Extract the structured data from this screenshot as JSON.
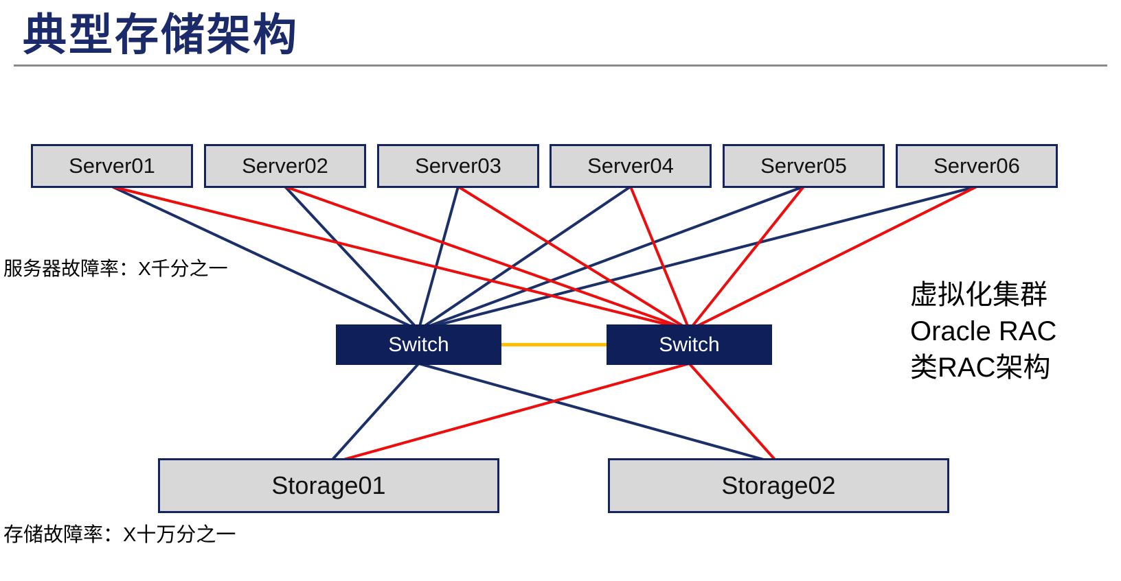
{
  "title": "典型存储架构",
  "labels": {
    "server_failure": "服务器故障率：X千分之一",
    "storage_failure": "存储故障率：X十万分之一"
  },
  "side_note": {
    "lines": [
      "虚拟化集群",
      "Oracle RAC",
      "类RAC架构"
    ]
  },
  "colors": {
    "title": "#1b2a6b",
    "rule": "#8a8a8a",
    "box_fill": "#d8d8d8",
    "box_border": "#14245f",
    "switch_fill": "#0e1f5a",
    "switch_text": "#ffffff",
    "navy_line": "#1b2f68",
    "red_line": "#ee0d0d",
    "link_line": "#ffc000"
  },
  "diagram": {
    "servers": [
      {
        "id": "server01",
        "label": "Server01"
      },
      {
        "id": "server02",
        "label": "Server02"
      },
      {
        "id": "server03",
        "label": "Server03"
      },
      {
        "id": "server04",
        "label": "Server04"
      },
      {
        "id": "server05",
        "label": "Server05"
      },
      {
        "id": "server06",
        "label": "Server06"
      }
    ],
    "switches": [
      {
        "id": "switch1",
        "label": "Switch"
      },
      {
        "id": "switch2",
        "label": "Switch"
      }
    ],
    "storages": [
      {
        "id": "storage01",
        "label": "Storage01"
      },
      {
        "id": "storage02",
        "label": "Storage02"
      }
    ],
    "edges": [
      {
        "from": "server01",
        "to": "switch1",
        "color": "navy_line"
      },
      {
        "from": "server02",
        "to": "switch1",
        "color": "navy_line"
      },
      {
        "from": "server03",
        "to": "switch1",
        "color": "navy_line"
      },
      {
        "from": "server04",
        "to": "switch1",
        "color": "navy_line"
      },
      {
        "from": "server05",
        "to": "switch1",
        "color": "navy_line"
      },
      {
        "from": "server06",
        "to": "switch1",
        "color": "navy_line"
      },
      {
        "from": "switch1",
        "to": "storage01",
        "color": "navy_line"
      },
      {
        "from": "switch1",
        "to": "storage02",
        "color": "navy_line"
      },
      {
        "from": "server01",
        "to": "switch2",
        "color": "red_line"
      },
      {
        "from": "server02",
        "to": "switch2",
        "color": "red_line"
      },
      {
        "from": "server03",
        "to": "switch2",
        "color": "red_line"
      },
      {
        "from": "server04",
        "to": "switch2",
        "color": "red_line"
      },
      {
        "from": "server05",
        "to": "switch2",
        "color": "red_line"
      },
      {
        "from": "server06",
        "to": "switch2",
        "color": "red_line"
      },
      {
        "from": "switch2",
        "to": "storage01",
        "color": "red_line"
      },
      {
        "from": "switch2",
        "to": "storage02",
        "color": "red_line"
      },
      {
        "from": "switch1",
        "to": "switch2",
        "color": "link_line",
        "type": "horizontal"
      }
    ]
  }
}
